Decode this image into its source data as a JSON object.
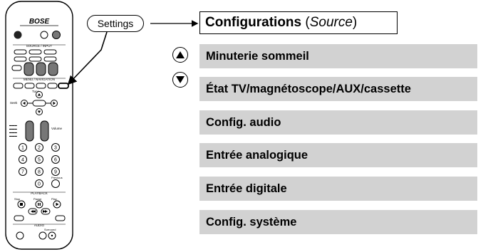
{
  "remote": {
    "brand": "BOSE",
    "source_input_label": "SOURCE / INPUT",
    "menu_navigation_label": "MENU / NAVIGATION",
    "playback_label": "PLAYBACK",
    "audio_label": "AUDIO",
    "tune_label": "Tune",
    "seek_label": "Seek",
    "volume_label": "Volume",
    "previous_label": "Previous",
    "stop_label": "Stop",
    "pause_label": "Pause",
    "play_label": "Play",
    "surround_label": "Surround",
    "settings_label": "Settings",
    "number_keys": [
      "1",
      "2",
      "3",
      "4",
      "5",
      "6",
      "7",
      "8",
      "9",
      "0"
    ]
  },
  "callout": {
    "settings_label": "Settings"
  },
  "menu": {
    "title_main": "Configurations",
    "title_source": "Source",
    "items": [
      "Minuterie sommeil",
      "État TV/magnétoscope/AUX/cassette",
      "Config. audio",
      "Entrée analogique",
      "Entrée digitale",
      "Config. système"
    ]
  },
  "nav_icons": {
    "up": "up-arrow-icon",
    "down": "down-arrow-icon"
  },
  "colors": {
    "menu_item_bg": "#d2d2d2",
    "line": "#000000"
  }
}
